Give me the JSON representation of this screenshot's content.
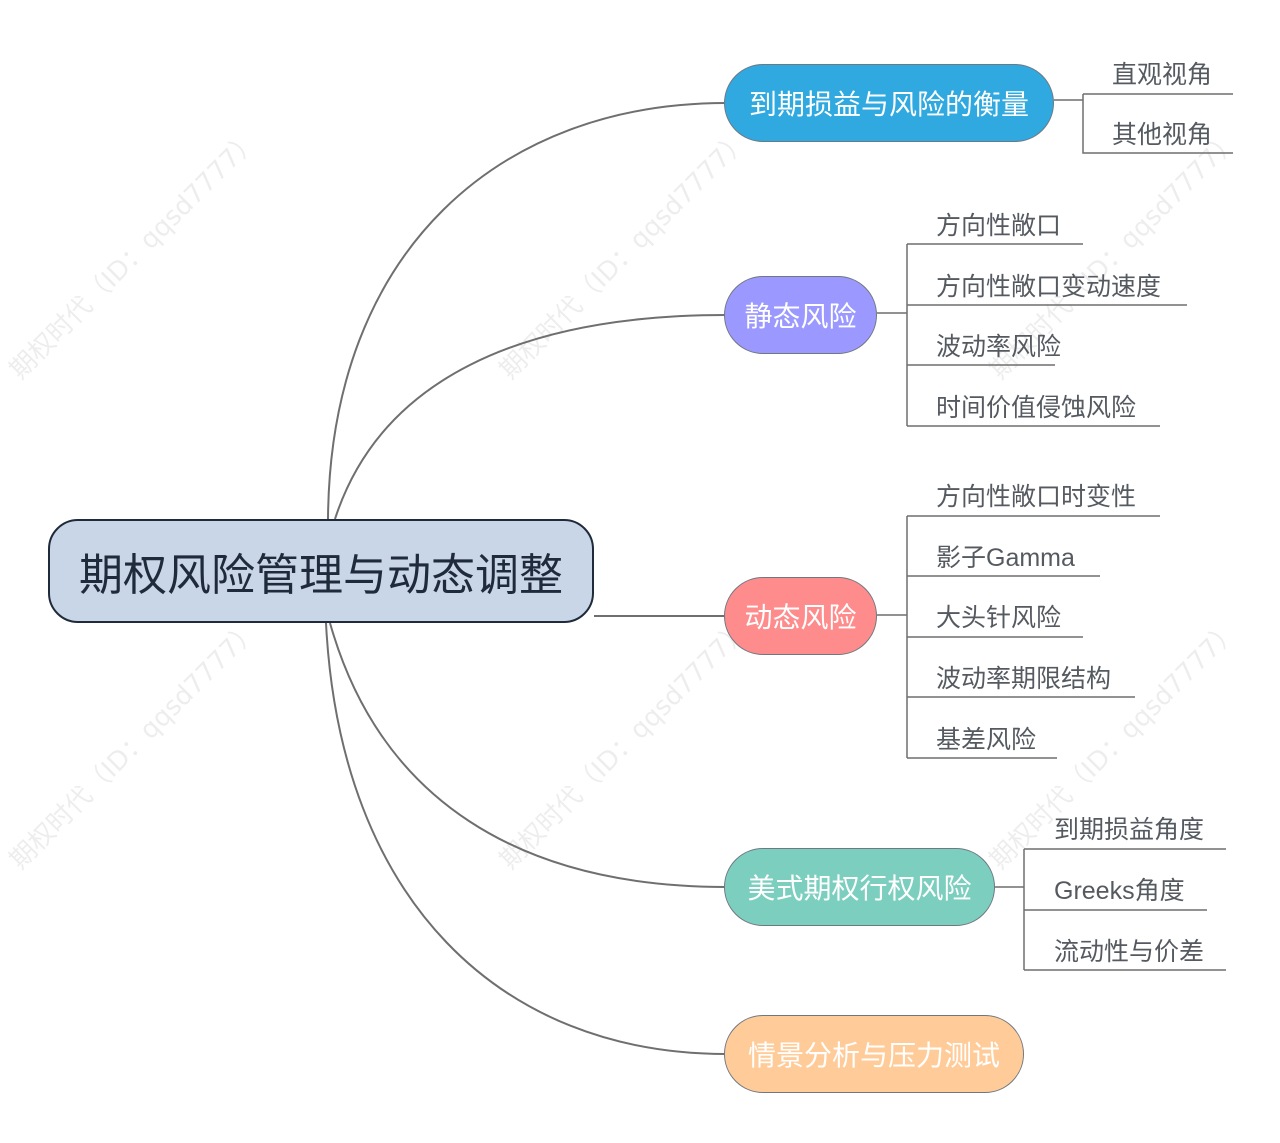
{
  "colors": {
    "root_fill": "#c9d6e8",
    "root_border": "#1f2a3a",
    "connector": "#6f6f6f",
    "topic_blue": "#2fa9df",
    "topic_purple": "#9b99ff",
    "topic_pink": "#ff8c8c",
    "topic_teal": "#7ccfbf",
    "topic_orange": "#ffcc99"
  },
  "root": {
    "label": "期权风险管理与动态调整"
  },
  "topics": [
    {
      "label": "到期损益与风险的衡量",
      "color": "#2fa9df",
      "children": [
        "直观视角",
        "其他视角"
      ]
    },
    {
      "label": "静态风险",
      "color": "#9b99ff",
      "children": [
        "方向性敞口",
        "方向性敞口变动速度",
        "波动率风险",
        "时间价值侵蚀风险"
      ]
    },
    {
      "label": "动态风险",
      "color": "#ff8c8c",
      "children": [
        "方向性敞口时变性",
        "影子Gamma",
        "大头针风险",
        "波动率期限结构",
        "基差风险"
      ]
    },
    {
      "label": "美式期权行权风险",
      "color": "#7ccfbf",
      "children": [
        "到期损益角度",
        "Greeks角度",
        "流动性与价差"
      ]
    },
    {
      "label": "情景分析与压力测试",
      "color": "#ffcc99",
      "children": []
    }
  ],
  "watermark": "期权时代（ID：qqsd7777）"
}
